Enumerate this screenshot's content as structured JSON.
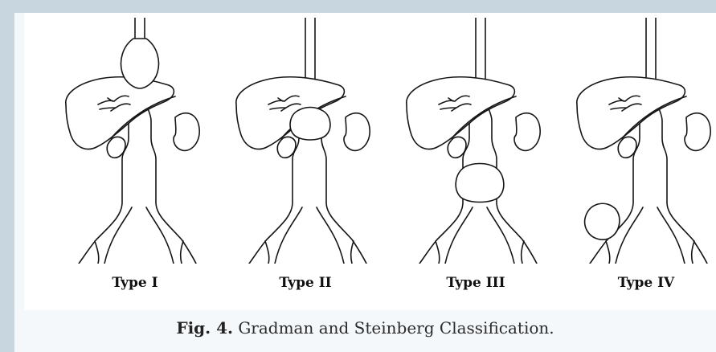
{
  "figure": {
    "panels": [
      {
        "label": "Type I",
        "aneurysm": "thoracic"
      },
      {
        "label": "Type II",
        "aneurysm": "suprarenal"
      },
      {
        "label": "Type III",
        "aneurysm": "infrarenal"
      },
      {
        "label": "Type IV",
        "aneurysm": "iliac"
      }
    ]
  },
  "caption": {
    "fig_label": "Fig. 4.",
    "text": "Gradman and Steinberg Classification."
  }
}
